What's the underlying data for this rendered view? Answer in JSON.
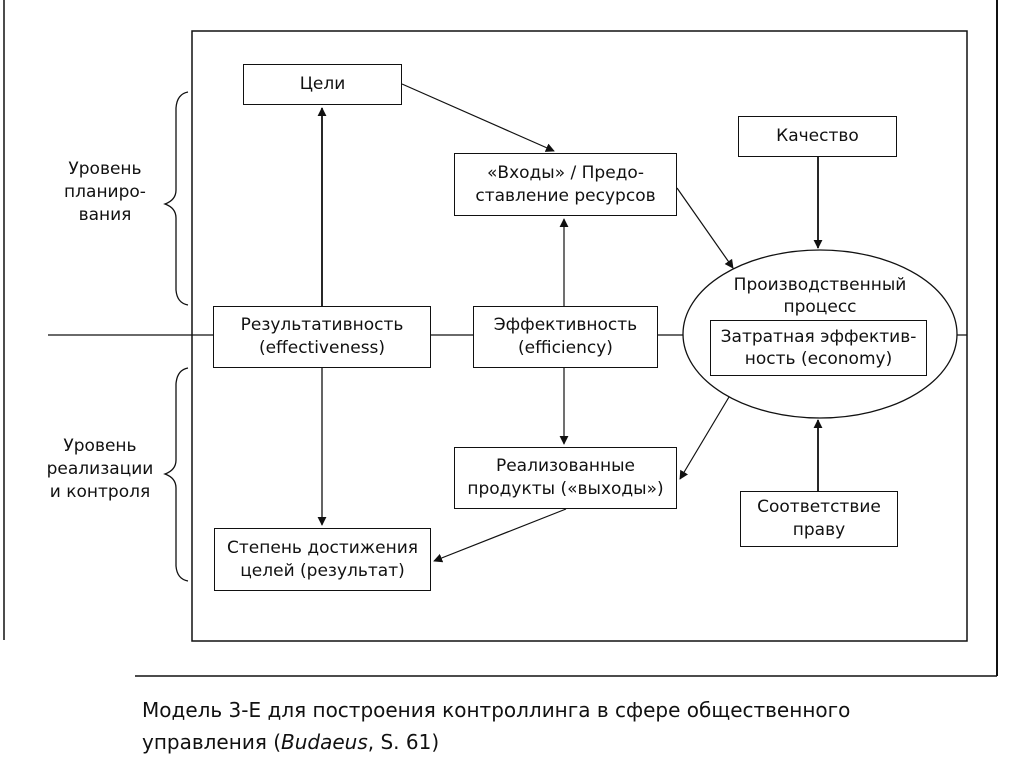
{
  "diagram": {
    "levels": {
      "planning": [
        "Уровень",
        "планиро-",
        "вания"
      ],
      "realization": [
        "Уровень",
        "реализации",
        "и контроля"
      ]
    },
    "nodes": {
      "goals": [
        "Цели"
      ],
      "inputs": [
        "«Входы» / Предо-",
        "ставление ресурсов"
      ],
      "quality": [
        "Качество"
      ],
      "effectiveness": [
        "Результативность",
        "(effectiveness)"
      ],
      "efficiency": [
        "Эффективность",
        "(efficiency)"
      ],
      "production": [
        "Производственный",
        "процесс"
      ],
      "economy": [
        "Затратная эффектив-",
        "ность (economy)"
      ],
      "outputs": [
        "Реализованные",
        "продукты («выходы»)"
      ],
      "compliance": [
        "Соответствие",
        "праву"
      ],
      "achievement": [
        "Степень достижения",
        "целей (результат)"
      ]
    },
    "edges": [
      {
        "from": "effectiveness",
        "to": "goals"
      },
      {
        "from": "effectiveness",
        "to": "achievement"
      },
      {
        "from": "goals",
        "to": "inputs"
      },
      {
        "from": "efficiency",
        "to": "inputs"
      },
      {
        "from": "efficiency",
        "to": "outputs"
      },
      {
        "from": "inputs",
        "to": "production"
      },
      {
        "from": "quality",
        "to": "production"
      },
      {
        "from": "compliance",
        "to": "production"
      },
      {
        "from": "production",
        "to": "outputs"
      },
      {
        "from": "outputs",
        "to": "achievement"
      }
    ]
  },
  "caption": {
    "line1": "Модель 3-Е для построения контроллинга в сфере общественного",
    "line2_prefix": "управления (",
    "line2_author": "Budaeus",
    "line2_suffix": ", S. 61)"
  }
}
